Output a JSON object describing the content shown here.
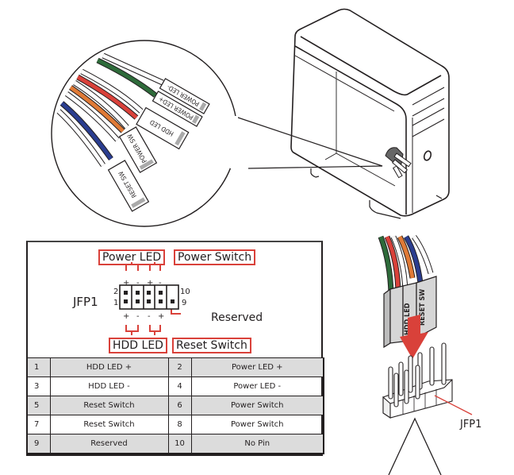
{
  "colors": {
    "accent_red": "#d9413a",
    "wire_green": "#2e6b3a",
    "wire_red": "#d9413a",
    "wire_orange": "#e07a36",
    "wire_blue": "#2a3d8f",
    "connector_grey": "#d6d6d6",
    "row_shade": "#dcdcdc"
  },
  "callout_connectors": [
    {
      "label": "POWER LED-"
    },
    {
      "label": "POWER LED+"
    },
    {
      "label": "HDD LED"
    },
    {
      "label": "POWER SW"
    },
    {
      "label": "RESET SW"
    }
  ],
  "installed_connectors": [
    {
      "label": "HDD LED"
    },
    {
      "label": "RESET SW"
    }
  ],
  "header": {
    "name": "JFP1",
    "top_labels": [
      "Power LED",
      "Power Switch"
    ],
    "bottom_labels": [
      "HDD LED",
      "Reset Switch"
    ],
    "reserved_label": "Reserved",
    "pin_numbers": {
      "top_left": "2",
      "bottom_left": "1",
      "top_right": "10",
      "bottom_right": "9"
    },
    "top_polarity": [
      "+",
      "-",
      "+",
      "-"
    ],
    "bottom_polarity": [
      "+",
      "-",
      "-",
      "+"
    ]
  },
  "pin_table": {
    "rows": [
      {
        "pin_a": "1",
        "signal_a": "HDD LED +",
        "pin_b": "2",
        "signal_b": "Power LED +"
      },
      {
        "pin_a": "3",
        "signal_a": "HDD LED -",
        "pin_b": "4",
        "signal_b": "Power LED -"
      },
      {
        "pin_a": "5",
        "signal_a": "Reset Switch",
        "pin_b": "6",
        "signal_b": "Power Switch"
      },
      {
        "pin_a": "7",
        "signal_a": "Reset Switch",
        "pin_b": "8",
        "signal_b": "Power Switch"
      },
      {
        "pin_a": "9",
        "signal_a": "Reserved",
        "pin_b": "10",
        "signal_b": "No Pin"
      }
    ]
  },
  "board_header_label": "JFP1"
}
